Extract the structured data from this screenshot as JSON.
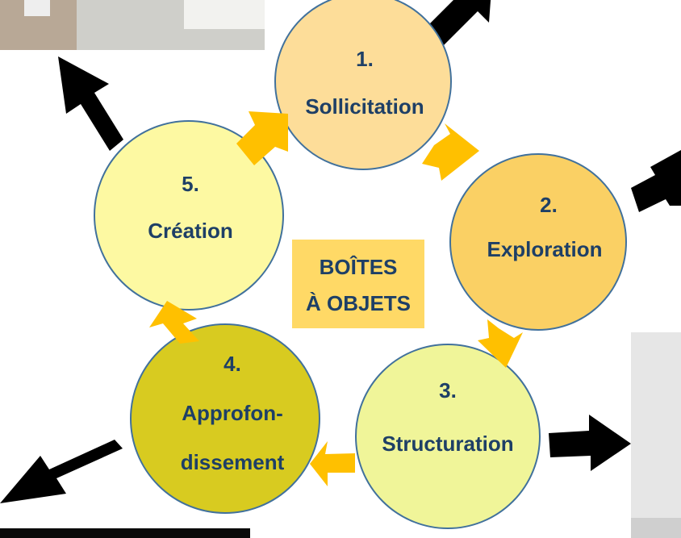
{
  "center_box": {
    "line1": "BOÎTES",
    "line2": "À OBJETS",
    "fill": "#ffd966"
  },
  "steps": [
    {
      "number": "1.",
      "label": "Sollicitation",
      "fill": "#fddd99"
    },
    {
      "number": "2.",
      "label": "Exploration",
      "fill": "#fad064"
    },
    {
      "number": "3.",
      "label": "Structuration",
      "fill": "#f0f599"
    },
    {
      "number": "4.",
      "label_line1": "Approfon-",
      "label_line2": "dissement",
      "fill": "#d8cb20"
    },
    {
      "number": "5.",
      "label": "Création",
      "fill": "#fdf9a2"
    }
  ],
  "colors": {
    "circle_stroke": "#41719c",
    "text": "#1e3f66",
    "cycle_arrow": "#ffc000",
    "outward_arrow": "#000000"
  },
  "photos": [
    {
      "name": "photo-top-left",
      "tone": "#c9c9c5"
    },
    {
      "name": "photo-right",
      "tone": "#e6e6e6"
    },
    {
      "name": "photo-bottom-left",
      "tone": "#0a0a0a"
    }
  ]
}
